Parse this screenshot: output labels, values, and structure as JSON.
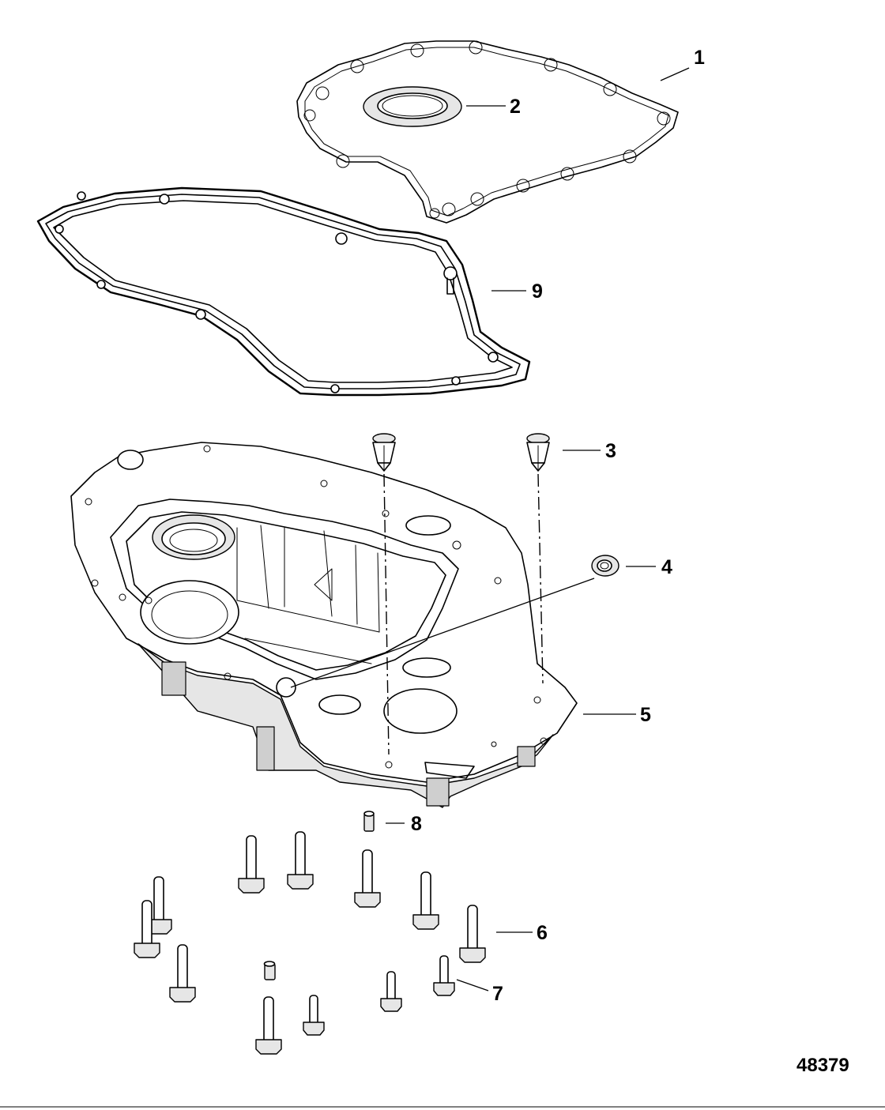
{
  "callouts": [
    "1",
    "2",
    "3",
    "4",
    "5",
    "6",
    "7",
    "8",
    "9"
  ],
  "figure_id": "48379"
}
